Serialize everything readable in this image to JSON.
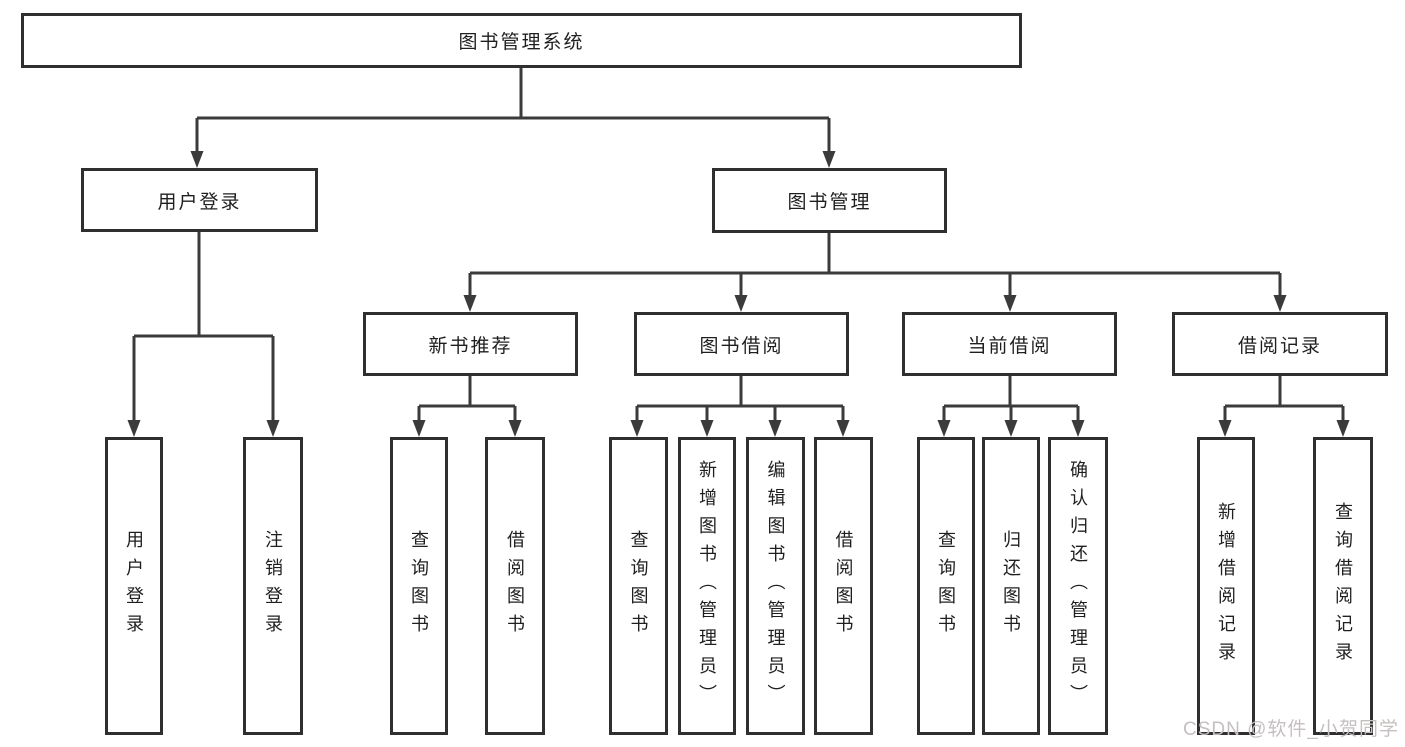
{
  "diagram": {
    "title": "图书管理系统",
    "children": [
      {
        "label": "用户登录",
        "children": [
          {
            "label": "用户登录"
          },
          {
            "label": "注销登录"
          }
        ]
      },
      {
        "label": "图书管理",
        "children": [
          {
            "label": "新书推荐",
            "children": [
              {
                "label": "查询图书"
              },
              {
                "label": "借阅图书"
              }
            ]
          },
          {
            "label": "图书借阅",
            "children": [
              {
                "label": "查询图书"
              },
              {
                "label": "新增图书（管理员）"
              },
              {
                "label": "编辑图书（管理员）"
              },
              {
                "label": "借阅图书"
              }
            ]
          },
          {
            "label": "当前借阅",
            "children": [
              {
                "label": "查询图书"
              },
              {
                "label": "归还图书"
              },
              {
                "label": "确认归还（管理员）"
              }
            ]
          },
          {
            "label": "借阅记录",
            "children": [
              {
                "label": "新增借阅记录"
              },
              {
                "label": "查询借阅记录"
              }
            ]
          }
        ]
      }
    ]
  },
  "watermark": {
    "text": "CSDN @软件_小贺同学"
  },
  "colors": {
    "line": "#3b3b3b",
    "box_border": "#2f2f2f",
    "text": "#1f1f1f",
    "watermark": "#c6bfbf",
    "background": "#ffffff"
  }
}
